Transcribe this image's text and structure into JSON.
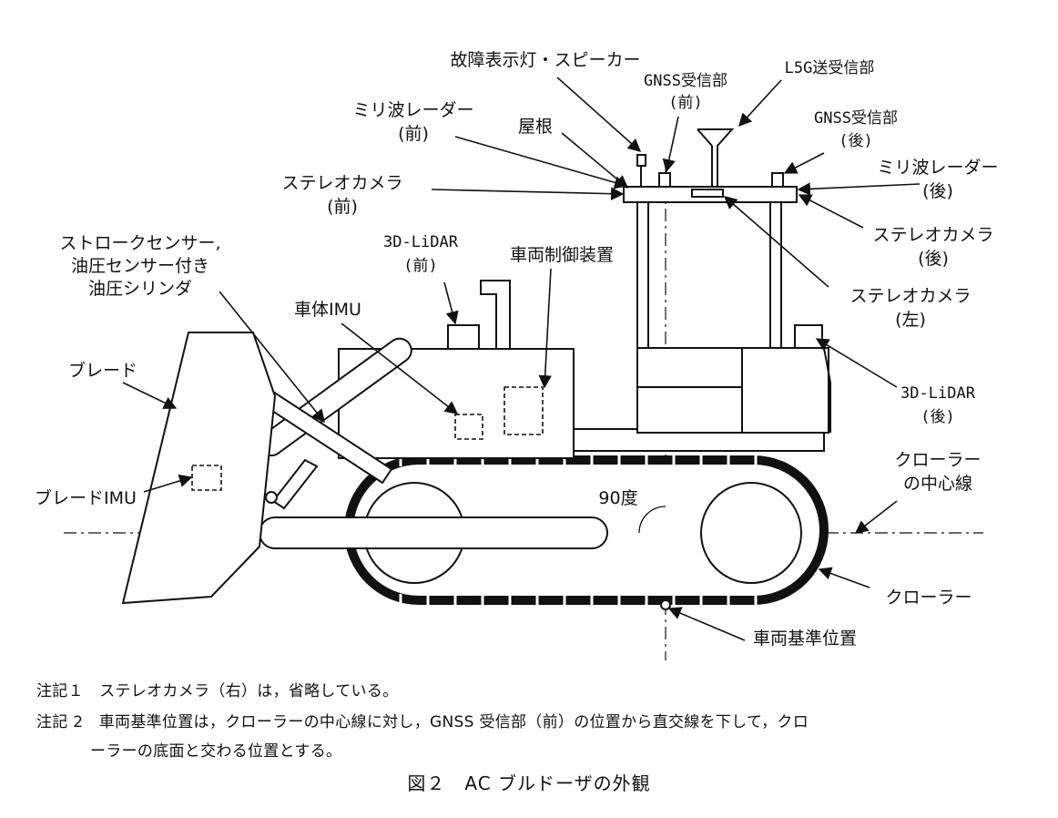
{
  "labels": {
    "fault_light_speaker": "故障表示灯・スピーカー",
    "gnss_front": [
      "GNSS受信部",
      "(前)"
    ],
    "l5g": "L5G送受信部",
    "gnss_rear": [
      "GNSS受信部",
      "(後)"
    ],
    "radar_front": [
      "ミリ波レーダー",
      "(前)"
    ],
    "roof": "屋根",
    "radar_rear": [
      "ミリ波レーダー",
      "(後)"
    ],
    "stereo_front": [
      "ステレオカメラ",
      "(前)"
    ],
    "stereo_rear": [
      "ステレオカメラ",
      "(後)"
    ],
    "stereo_left": [
      "ステレオカメラ",
      "(左)"
    ],
    "stroke_sensor": [
      "ストロークセンサー,",
      "油圧センサー付き",
      "油圧シリンダ"
    ],
    "lidar_front": [
      "3D-LiDAR",
      "(前)"
    ],
    "vehicle_control": "車両制御装置",
    "body_imu": "車体IMU",
    "blade": "ブレード",
    "lidar_rear": [
      "3D-LiDAR",
      "(後)"
    ],
    "crawler_center": [
      "クローラー",
      "の中心線"
    ],
    "blade_imu": "ブレードIMU",
    "angle": "90度",
    "crawler": "クローラー",
    "reference_position": "車両基準位置"
  },
  "notes": {
    "note1": "注記１　ステレオカメラ（右）は，省略している。",
    "note2_line1": "注記 2　車両基準位置は，クローラーの中心線に対し，GNSS 受信部（前）の位置から直交線を下して，クロ",
    "note2_line2": "ーラーの底面と交わる位置とする。"
  },
  "caption": "図２　AC ブルドーザの外観"
}
